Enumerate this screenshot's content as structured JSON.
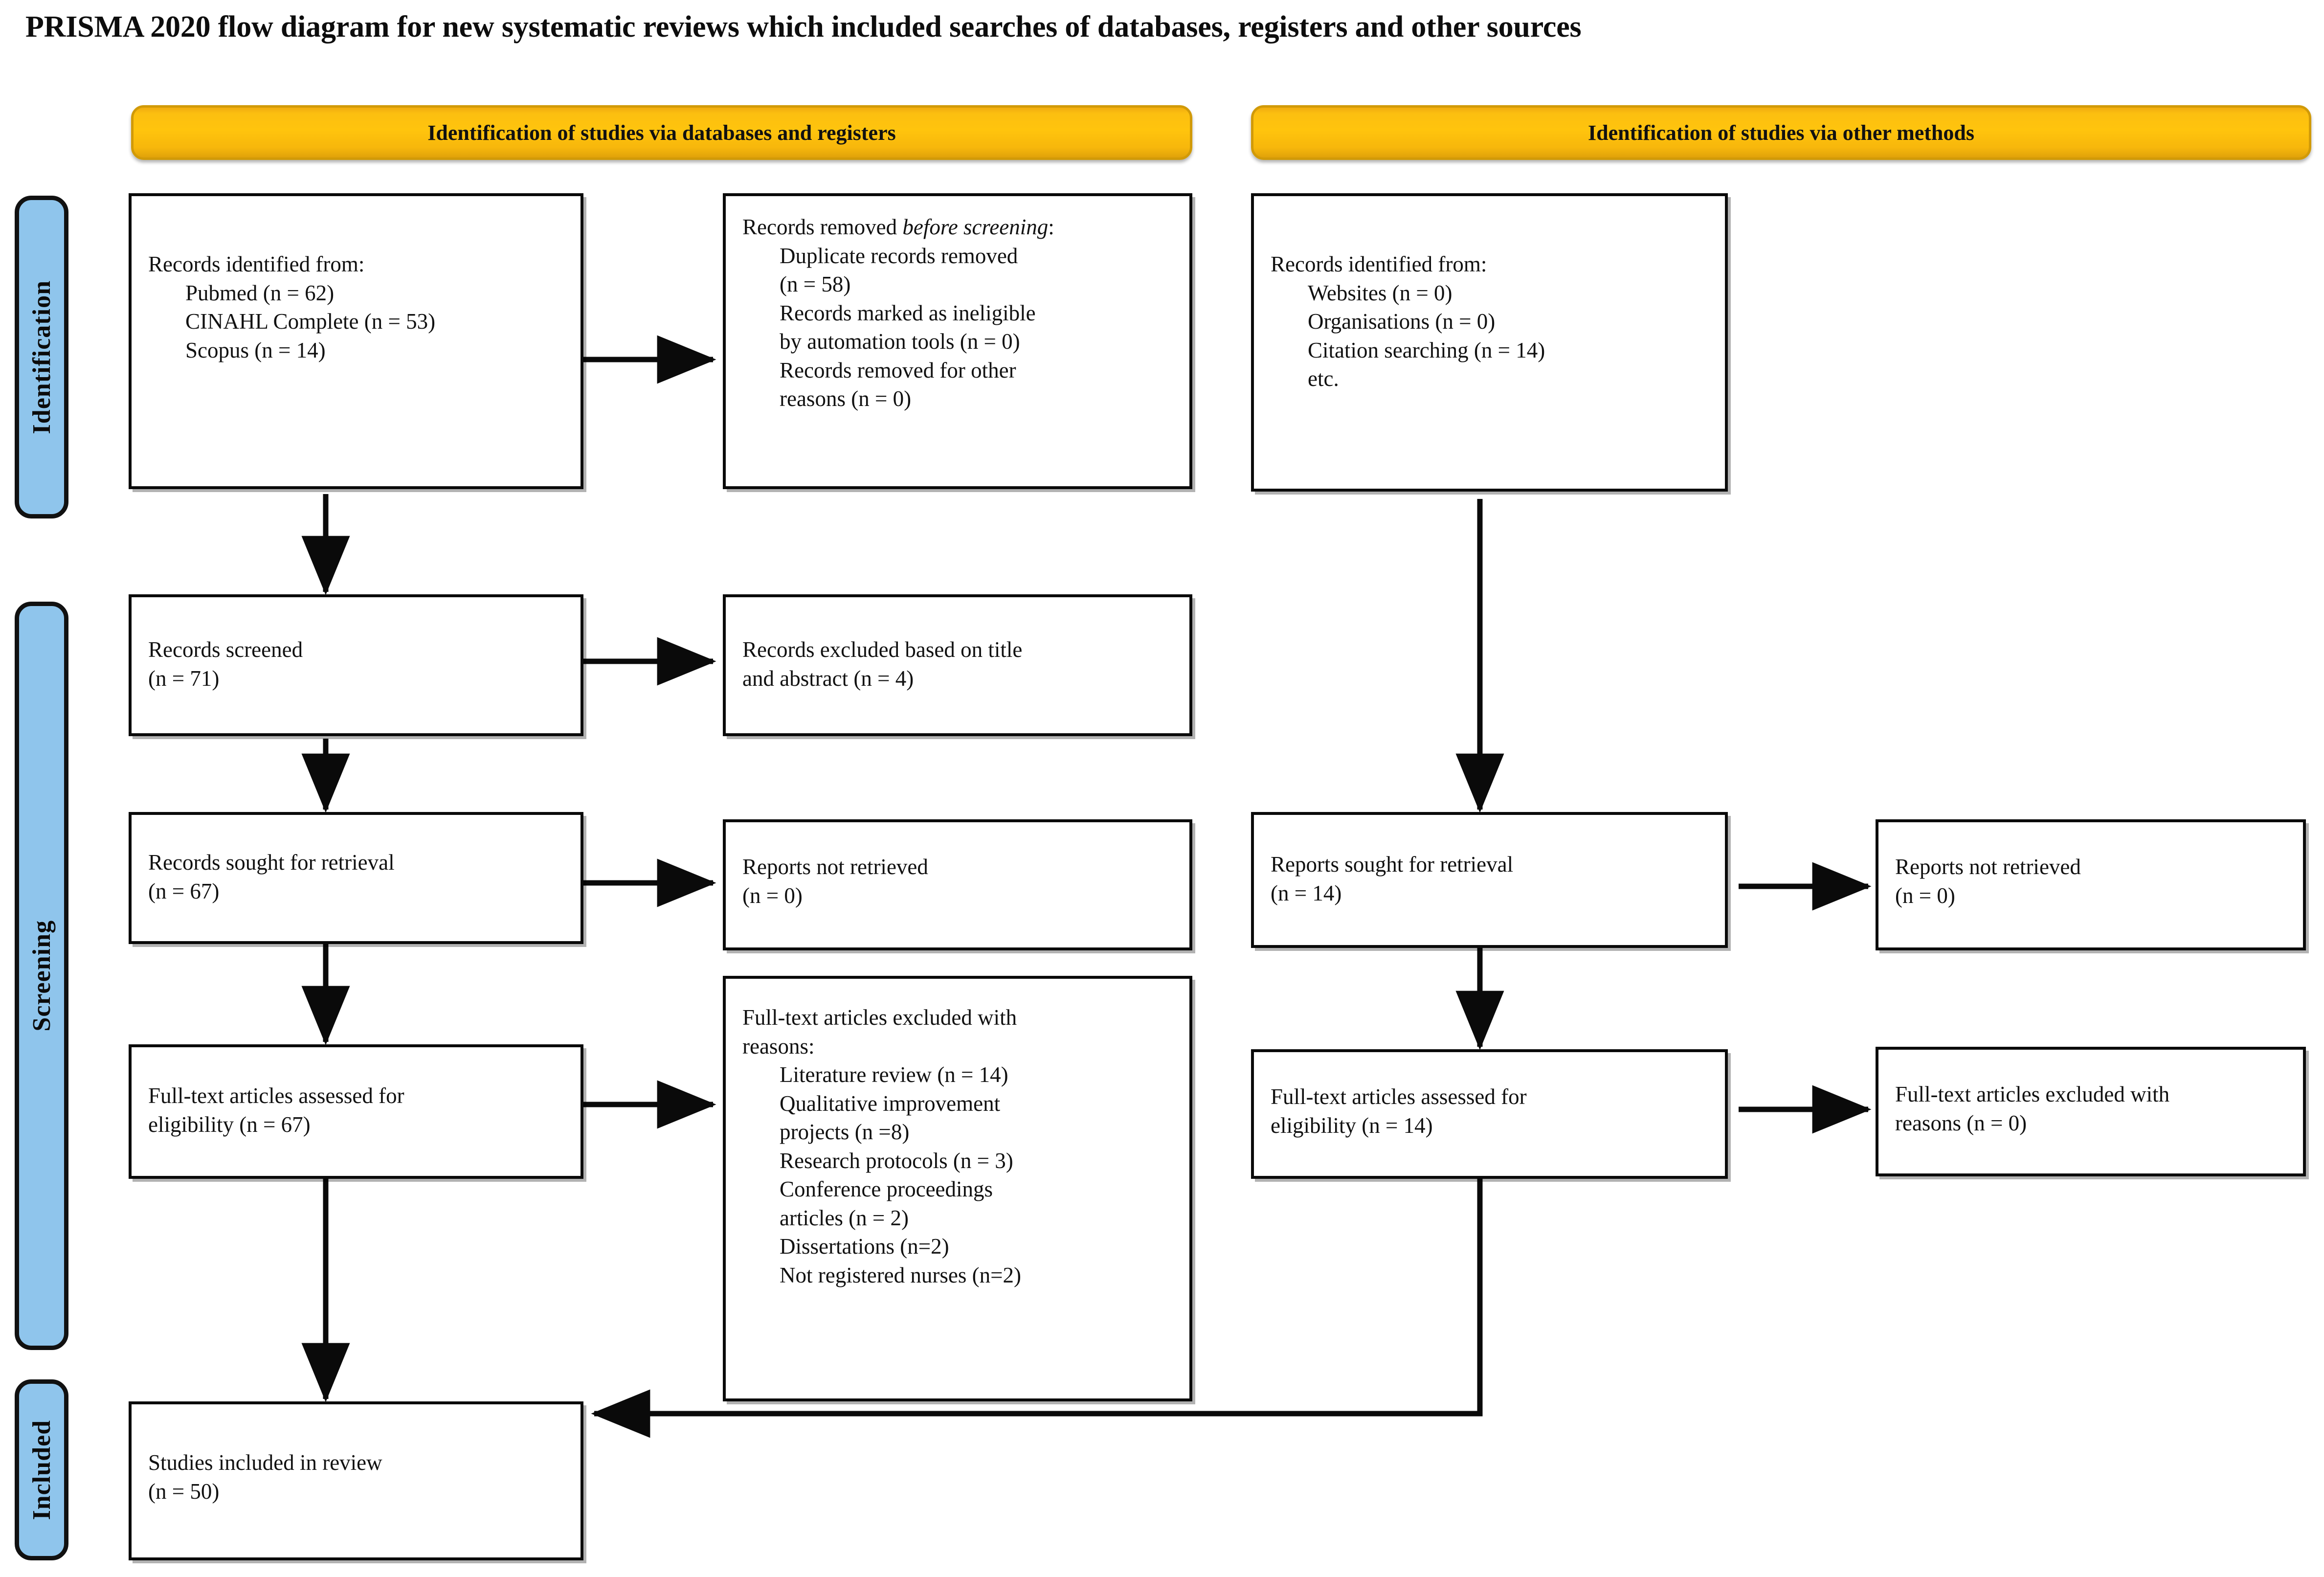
{
  "title": "PRISMA 2020 flow diagram for new systematic reviews which included searches of databases, registers and other sources",
  "colors": {
    "header_orange": "#FFC40D",
    "header_orange_border": "#D19A08",
    "stage_blue": "#8FC5EC",
    "box_border": "#0A0A0A",
    "text": "#111111"
  },
  "stages": [
    {
      "id": "identification",
      "label": "Identification"
    },
    {
      "id": "screening",
      "label": "Screening"
    },
    {
      "id": "included",
      "label": "Included"
    }
  ],
  "section_headers": [
    {
      "id": "databases-registers",
      "label": "Identification of studies via databases and registers"
    },
    {
      "id": "other-methods",
      "label": "Identification of studies via other methods"
    }
  ],
  "boxes": {
    "records_identified_db": {
      "name": "records-identified-databases",
      "lines": [
        {
          "text": "Records identified from:",
          "indent": false
        },
        {
          "text": "Pubmed (n = 62)",
          "indent": true
        },
        {
          "text": "CINAHL Complete (n = 53)",
          "indent": true
        },
        {
          "text": "Scopus (n = 14)",
          "indent": true
        }
      ]
    },
    "records_removed": {
      "name": "records-removed-before-screening",
      "heading_prefix": "Records removed ",
      "heading_italic": "before screening",
      "heading_suffix": ":",
      "lines": [
        {
          "text": "Duplicate records removed",
          "indent": true
        },
        {
          "text": "(n = 58)",
          "indent": true
        },
        {
          "text": "Records marked as ineligible",
          "indent": true
        },
        {
          "text": "by automation tools (n = 0)",
          "indent": true
        },
        {
          "text": "Records removed for other",
          "indent": true
        },
        {
          "text": "reasons (n = 0)",
          "indent": true
        }
      ]
    },
    "records_identified_other": {
      "name": "records-identified-other-methods",
      "lines": [
        {
          "text": "Records identified from:",
          "indent": false
        },
        {
          "text": "Websites (n = 0)",
          "indent": true
        },
        {
          "text": "Organisations (n = 0)",
          "indent": true
        },
        {
          "text": "Citation searching (n = 14)",
          "indent": true
        },
        {
          "text": "etc.",
          "indent": true
        }
      ]
    },
    "records_screened": {
      "name": "records-screened",
      "lines": [
        {
          "text": "Records screened",
          "indent": false
        },
        {
          "text": "(n = 71)",
          "indent": false
        }
      ]
    },
    "records_excluded": {
      "name": "records-excluded-title-abstract",
      "lines": [
        {
          "text": "Records excluded based on title",
          "indent": false
        },
        {
          "text": "and abstract (n = 4)",
          "indent": false
        }
      ]
    },
    "records_sought": {
      "name": "records-sought-for-retrieval",
      "lines": [
        {
          "text": "Records sought for retrieval",
          "indent": false
        },
        {
          "text": "(n = 67)",
          "indent": false
        }
      ]
    },
    "reports_not_retrieved_left": {
      "name": "reports-not-retrieved-databases",
      "lines": [
        {
          "text": "Reports not retrieved",
          "indent": false
        },
        {
          "text": "(n = 0)",
          "indent": false
        }
      ]
    },
    "fulltext_assessed_left": {
      "name": "fulltext-articles-assessed-databases",
      "lines": [
        {
          "text": "Full-text articles assessed for",
          "indent": false
        },
        {
          "text": "eligibility (n = 67)",
          "indent": false
        }
      ]
    },
    "fulltext_excluded_left": {
      "name": "fulltext-articles-excluded-with-reasons",
      "lines": [
        {
          "text": "Full-text articles excluded with",
          "indent": false
        },
        {
          "text": "reasons:",
          "indent": false
        },
        {
          "text": "Literature review (n = 14)",
          "indent": true
        },
        {
          "text": "Qualitative improvement",
          "indent": true
        },
        {
          "text": "projects (n =8)",
          "indent": true
        },
        {
          "text": "Research protocols (n = 3)",
          "indent": true
        },
        {
          "text": "Conference proceedings",
          "indent": true
        },
        {
          "text": "articles (n = 2)",
          "indent": true
        },
        {
          "text": "Dissertations (n=2)",
          "indent": true
        },
        {
          "text": "Not registered nurses (n=2)",
          "indent": true
        }
      ]
    },
    "reports_sought_right": {
      "name": "reports-sought-for-retrieval-other",
      "lines": [
        {
          "text": "Reports sought for retrieval",
          "indent": false
        },
        {
          "text": "(n = 14)",
          "indent": false
        }
      ]
    },
    "reports_not_retrieved_right": {
      "name": "reports-not-retrieved-other",
      "lines": [
        {
          "text": "Reports not retrieved",
          "indent": false
        },
        {
          "text": "(n = 0)",
          "indent": false
        }
      ]
    },
    "fulltext_assessed_right": {
      "name": "fulltext-articles-assessed-other",
      "lines": [
        {
          "text": "Full-text articles assessed for",
          "indent": false
        },
        {
          "text": "eligibility (n = 14)",
          "indent": false
        }
      ]
    },
    "fulltext_excluded_right": {
      "name": "fulltext-articles-excluded-other",
      "lines": [
        {
          "text": "Full-text articles excluded with",
          "indent": false
        },
        {
          "text": "reasons (n = 0)",
          "indent": false
        }
      ]
    },
    "studies_included": {
      "name": "studies-included-in-review",
      "lines": [
        {
          "text": "Studies included in review",
          "indent": false
        },
        {
          "text": "(n = 50)",
          "indent": false
        }
      ]
    }
  },
  "chart_data": {
    "type": "diagram",
    "title": "PRISMA 2020 flow diagram for new systematic reviews which included searches of databases, registers and other sources",
    "counts": {
      "pubmed": 62,
      "cinahl_complete": 53,
      "scopus": 14,
      "duplicate_records_removed": 58,
      "marked_ineligible_by_automation": 0,
      "removed_other_reasons": 0,
      "records_screened": 71,
      "records_excluded_title_abstract": 4,
      "records_sought_for_retrieval": 67,
      "reports_not_retrieved_databases": 0,
      "fulltext_assessed_databases": 67,
      "excluded_literature_review": 14,
      "excluded_qualitative_improvement_projects": 8,
      "excluded_research_protocols": 3,
      "excluded_conference_proceedings_articles": 2,
      "excluded_dissertations": 2,
      "excluded_not_registered_nurses": 2,
      "websites": 0,
      "organisations": 0,
      "citation_searching": 14,
      "reports_sought_other": 14,
      "reports_not_retrieved_other": 0,
      "fulltext_assessed_other": 14,
      "fulltext_excluded_other": 0,
      "studies_included_in_review": 50
    }
  }
}
